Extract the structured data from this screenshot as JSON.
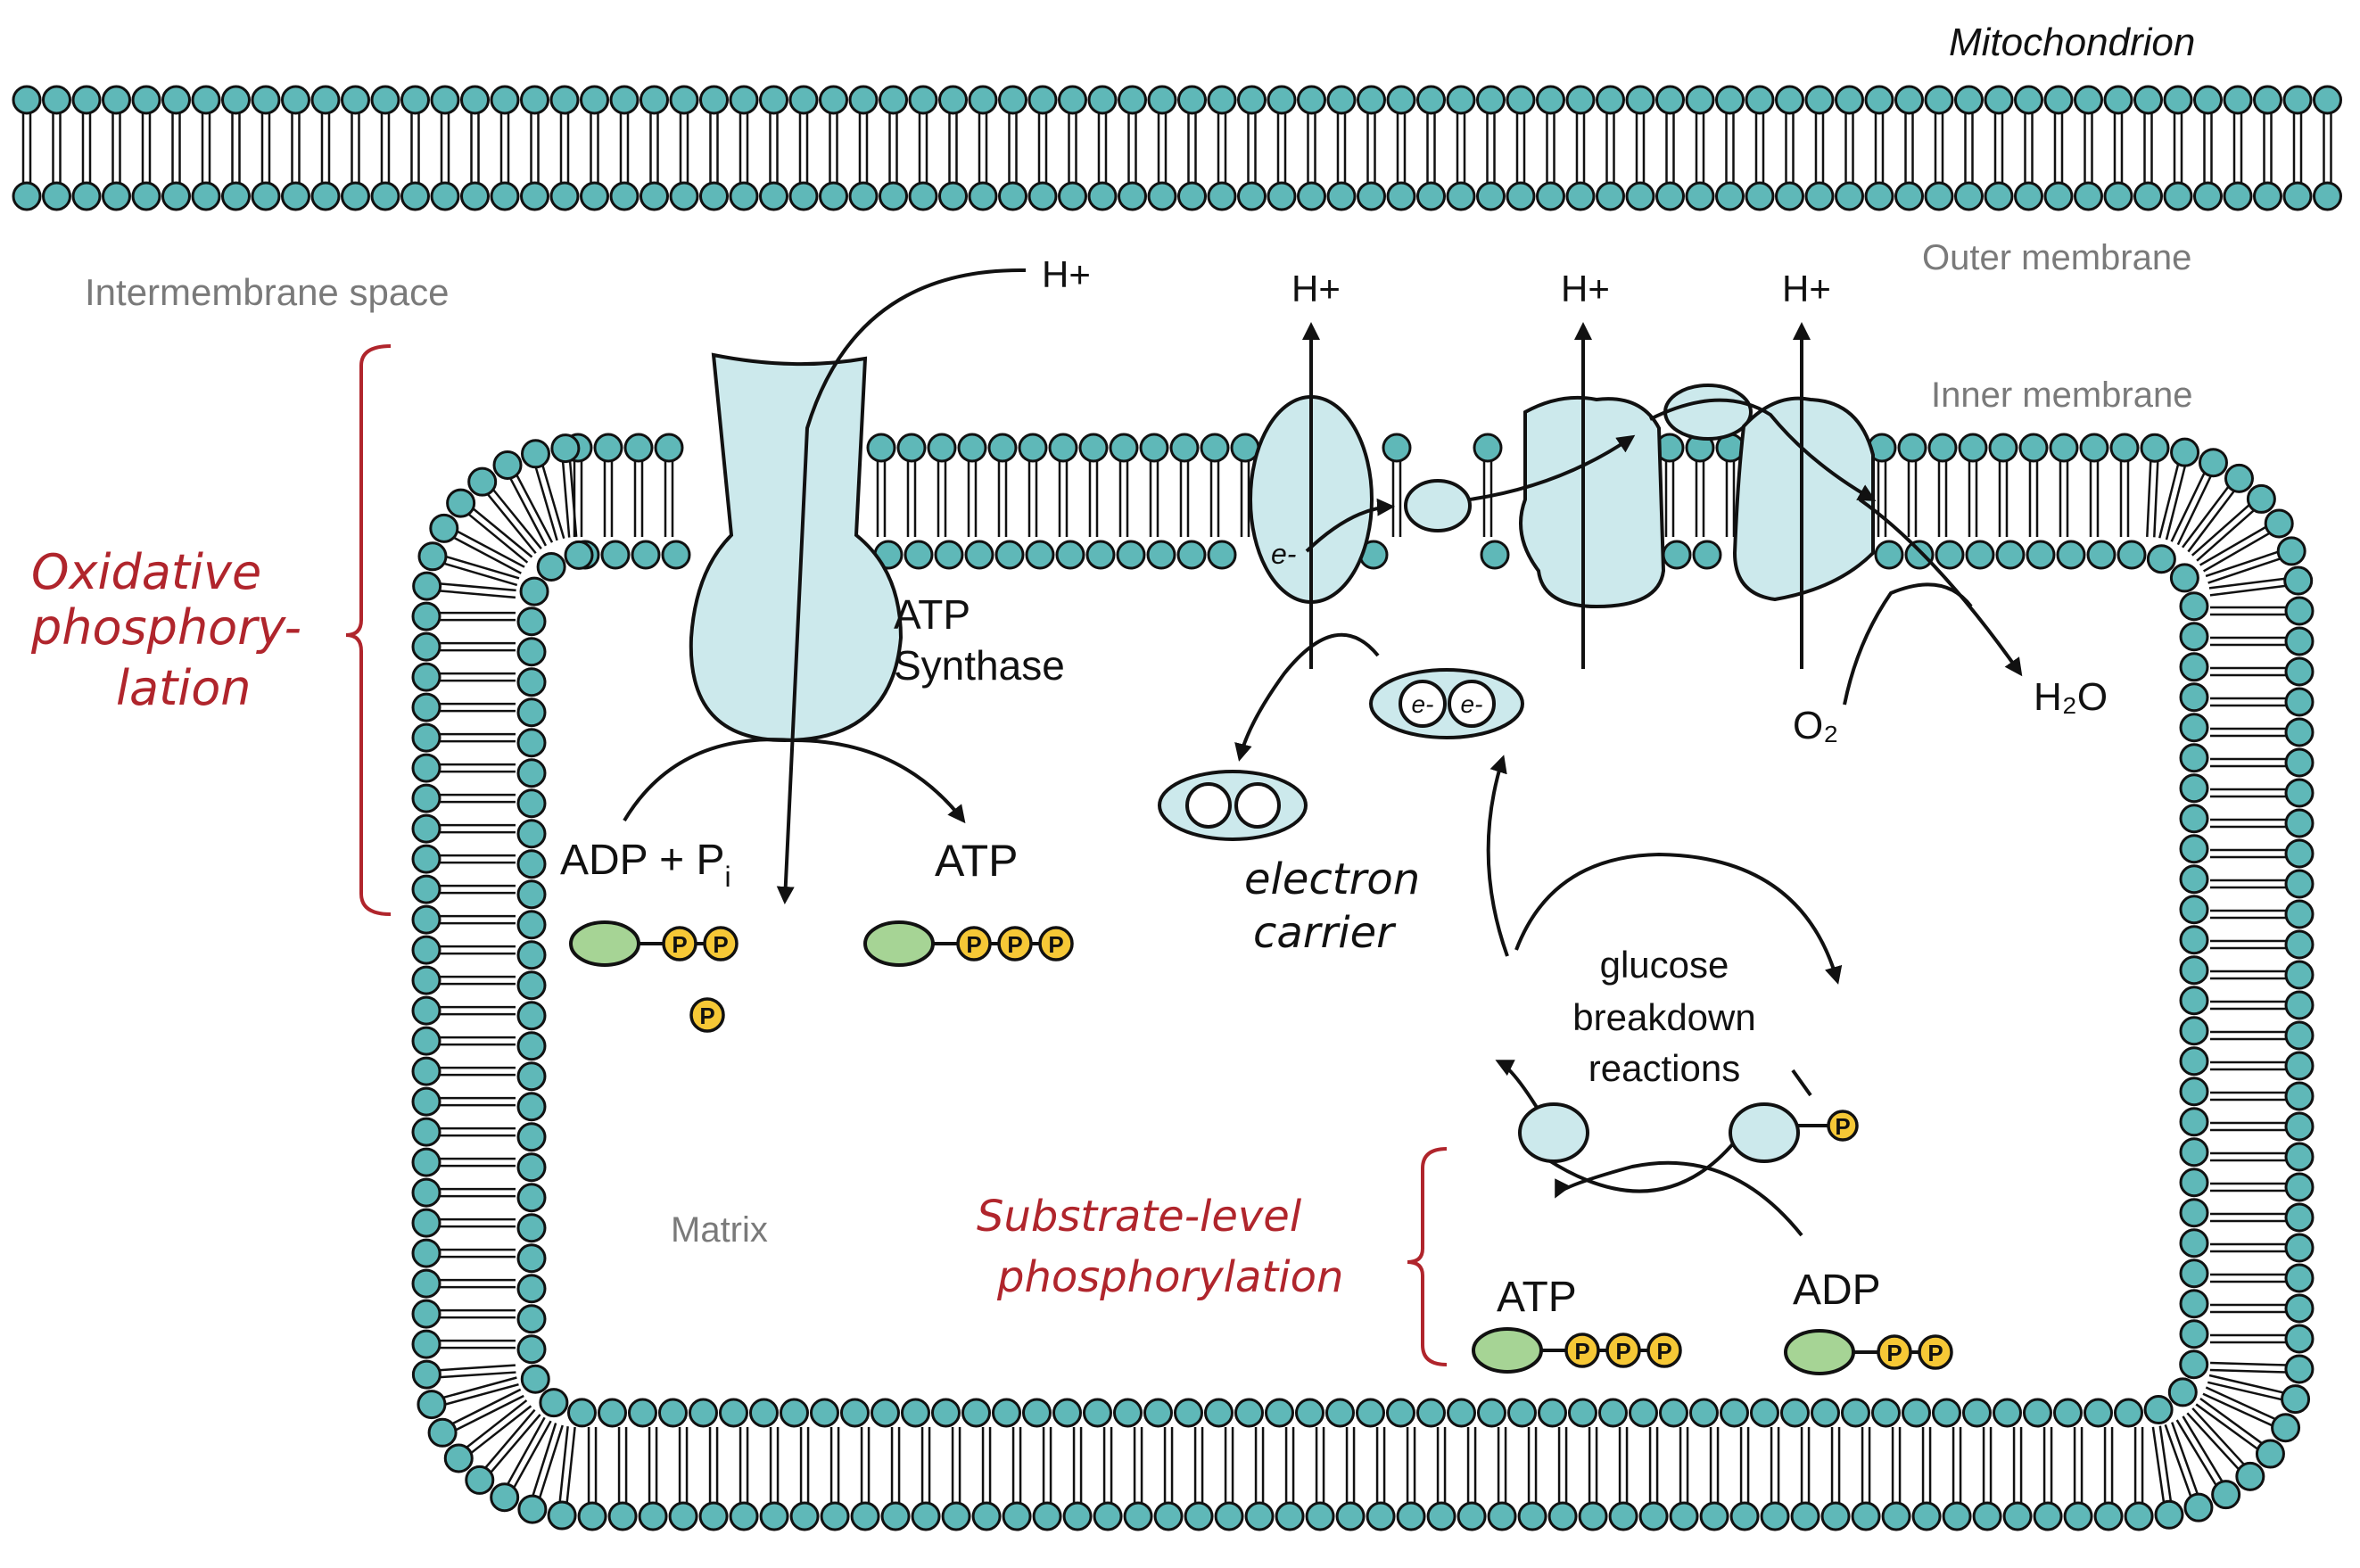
{
  "labels": {
    "title": "Mitochondrion",
    "outer_membrane": "Outer membrane",
    "inner_membrane": "Inner membrane",
    "intermembrane_space": "Intermembrane space",
    "matrix": "Matrix",
    "atp_synthase_line1": "ATP",
    "atp_synthase_line2": "Synthase",
    "h_plus": "H+",
    "electron": "e-",
    "electron_carrier_line1": "electron",
    "electron_carrier_line2": "carrier",
    "water": "H₂O",
    "oxygen": "O₂",
    "adp_pi_main": "ADP + P",
    "adp_pi_sub": "i",
    "atp": "ATP",
    "adp": "ADP",
    "glucose_line1": "glucose",
    "glucose_line2": "breakdown",
    "glucose_line3": "reactions",
    "oxphos_line1": "Oxidative",
    "oxphos_line2": "phosphory-",
    "oxphos_line3": "lation",
    "substrate_line1": "Substrate-level",
    "substrate_line2": "phosphorylation",
    "phosphate": "P"
  },
  "colors": {
    "lipid_head": "#5fb8b8",
    "protein_fill": "#cce9ec",
    "nucleotide_base": "#a6d495",
    "phosphate": "#f6c836",
    "annotation_red": "#b0252c",
    "label_gray": "#7a7a7a"
  }
}
